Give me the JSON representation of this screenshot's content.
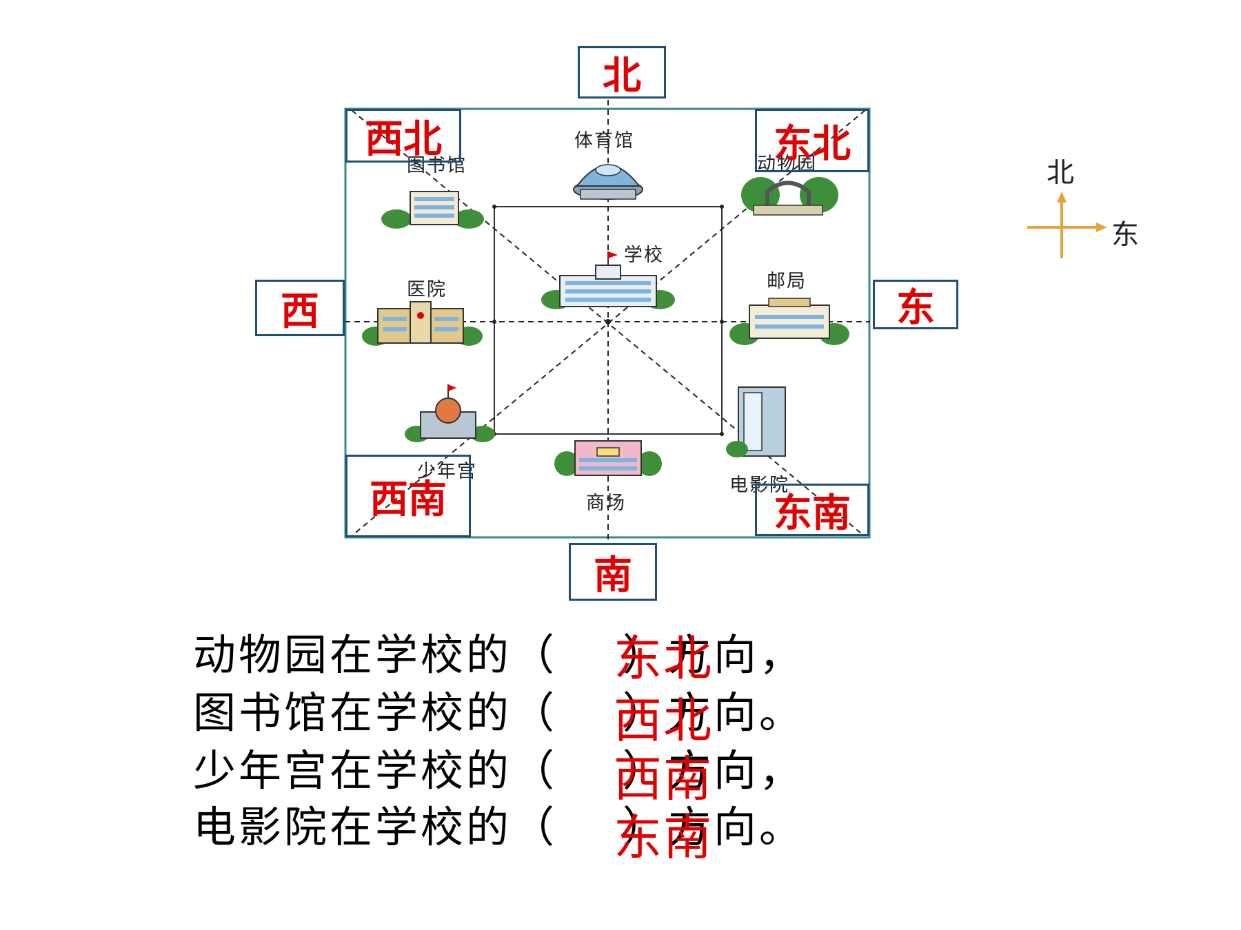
{
  "directions": {
    "north": "北",
    "south": "南",
    "east": "东",
    "west": "西",
    "northwest": "西北",
    "northeast": "东北",
    "southwest": "西南",
    "southeast": "东南"
  },
  "buildings": {
    "gym": "体育馆",
    "library": "图书馆",
    "zoo": "动物园",
    "school": "学校",
    "hospital": "医院",
    "post_office": "邮局",
    "youth_palace": "少年宫",
    "mall": "商场",
    "cinema": "电影院"
  },
  "compass": {
    "north": "北",
    "east": "东",
    "color": "#e6a23c"
  },
  "questions": [
    {
      "text": "动物园在学校的（    ）方向，",
      "answer": "东北"
    },
    {
      "text": "图书馆在学校的（    ）方向。",
      "answer": "西北"
    },
    {
      "text": "少年宫在学校的（    ）方向，",
      "answer": "西南"
    },
    {
      "text": "电影院在学校的（    ）方向。",
      "answer": "东南"
    }
  ],
  "colors": {
    "answer": "#e00000",
    "box_border": "#1f4e79",
    "map_border": "#3b8a8a"
  }
}
